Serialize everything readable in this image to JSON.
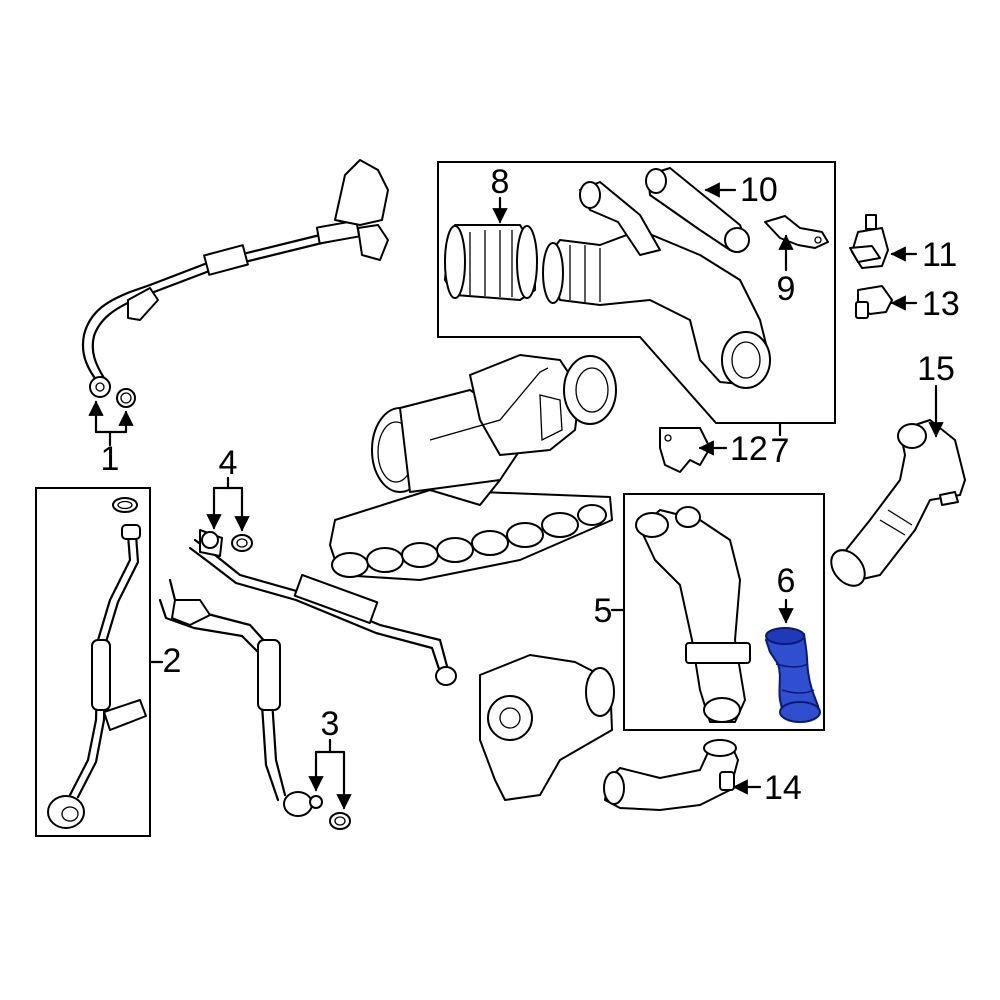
{
  "highlight_color": "#2f4fd0",
  "callouts": [
    {
      "id": "1",
      "text": "1"
    },
    {
      "id": "2",
      "text": "2"
    },
    {
      "id": "3",
      "text": "3"
    },
    {
      "id": "4",
      "text": "4"
    },
    {
      "id": "5",
      "text": "5"
    },
    {
      "id": "6",
      "text": "6"
    },
    {
      "id": "7",
      "text": "7"
    },
    {
      "id": "8",
      "text": "8"
    },
    {
      "id": "9",
      "text": "9"
    },
    {
      "id": "10",
      "text": "10"
    },
    {
      "id": "11",
      "text": "11"
    },
    {
      "id": "12",
      "text": "12"
    },
    {
      "id": "13",
      "text": "13"
    },
    {
      "id": "14",
      "text": "14"
    },
    {
      "id": "15",
      "text": "15"
    }
  ],
  "highlighted_part": "6"
}
